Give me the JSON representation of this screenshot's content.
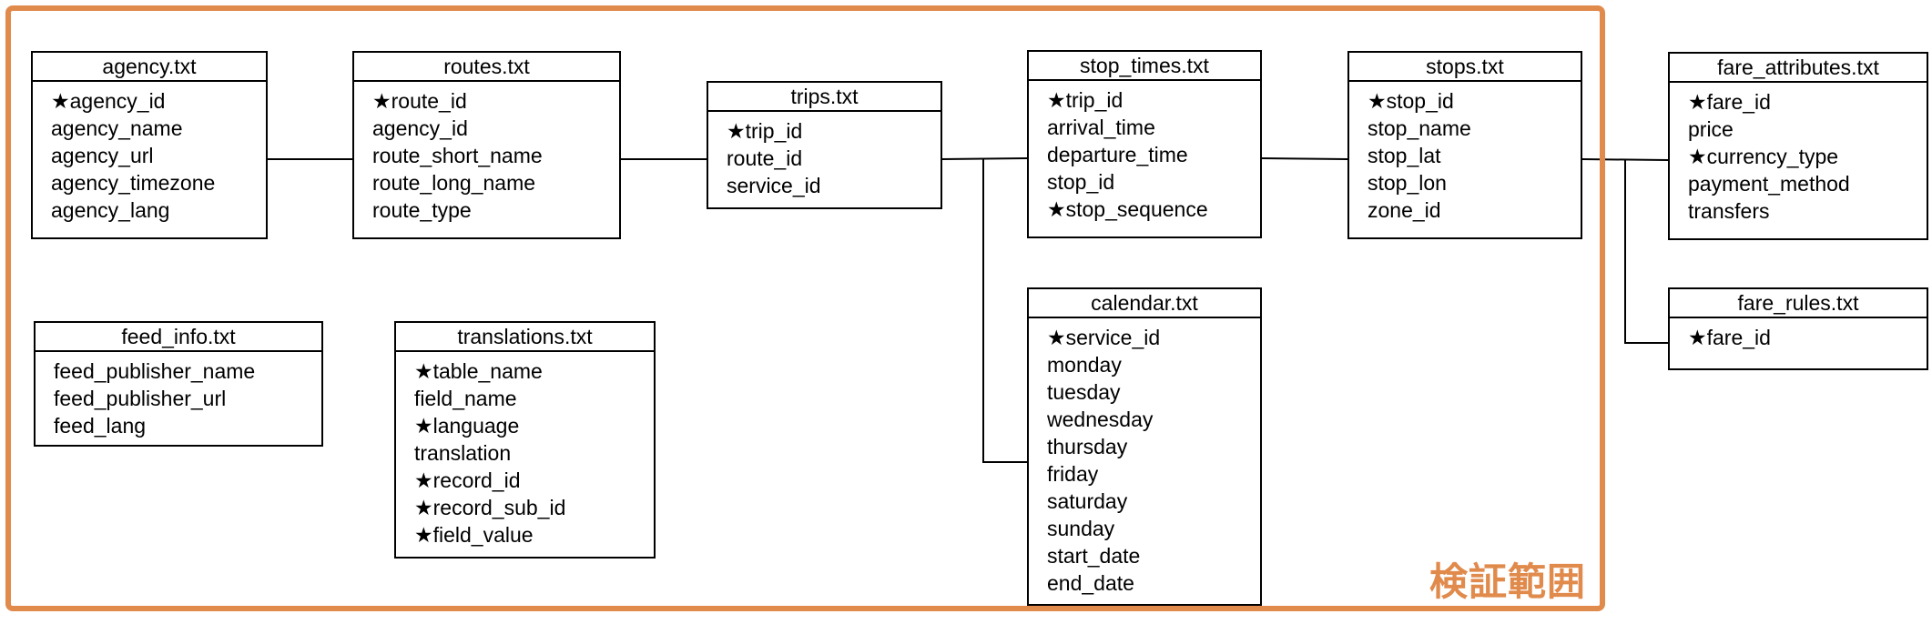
{
  "scope_label": "検証範囲",
  "colors": {
    "scope": "#e08a4c",
    "line": "#000000"
  },
  "tables": {
    "agency": {
      "title": "agency.txt",
      "fields": [
        "★agency_id",
        "agency_name",
        "agency_url",
        "agency_timezone",
        "agency_lang"
      ]
    },
    "routes": {
      "title": "routes.txt",
      "fields": [
        "★route_id",
        "agency_id",
        "route_short_name",
        "route_long_name",
        "route_type"
      ]
    },
    "trips": {
      "title": "trips.txt",
      "fields": [
        "★trip_id",
        "route_id",
        "service_id"
      ]
    },
    "stop_times": {
      "title": "stop_times.txt",
      "fields": [
        "★trip_id",
        "arrival_time",
        "departure_time",
        "stop_id",
        "★stop_sequence"
      ]
    },
    "stops": {
      "title": "stops.txt",
      "fields": [
        "★stop_id",
        "stop_name",
        "stop_lat",
        "stop_lon",
        "zone_id"
      ]
    },
    "fare_attributes": {
      "title": "fare_attributes.txt",
      "fields": [
        "★fare_id",
        "price",
        "★currency_type",
        "payment_method",
        "transfers"
      ]
    },
    "calendar": {
      "title": "calendar.txt",
      "fields": [
        "★service_id",
        "monday",
        "tuesday",
        "wednesday",
        "thursday",
        "friday",
        "saturday",
        "sunday",
        "start_date",
        "end_date"
      ]
    },
    "fare_rules": {
      "title": "fare_rules.txt",
      "fields": [
        "★fare_id"
      ]
    },
    "feed_info": {
      "title": "feed_info.txt",
      "fields": [
        "feed_publisher_name",
        "feed_publisher_url",
        "feed_lang"
      ]
    },
    "translations": {
      "title": "translations.txt",
      "fields": [
        "★table_name",
        "field_name",
        "★language",
        "translation",
        "★record_id",
        "★record_sub_id",
        "★field_value"
      ]
    }
  }
}
